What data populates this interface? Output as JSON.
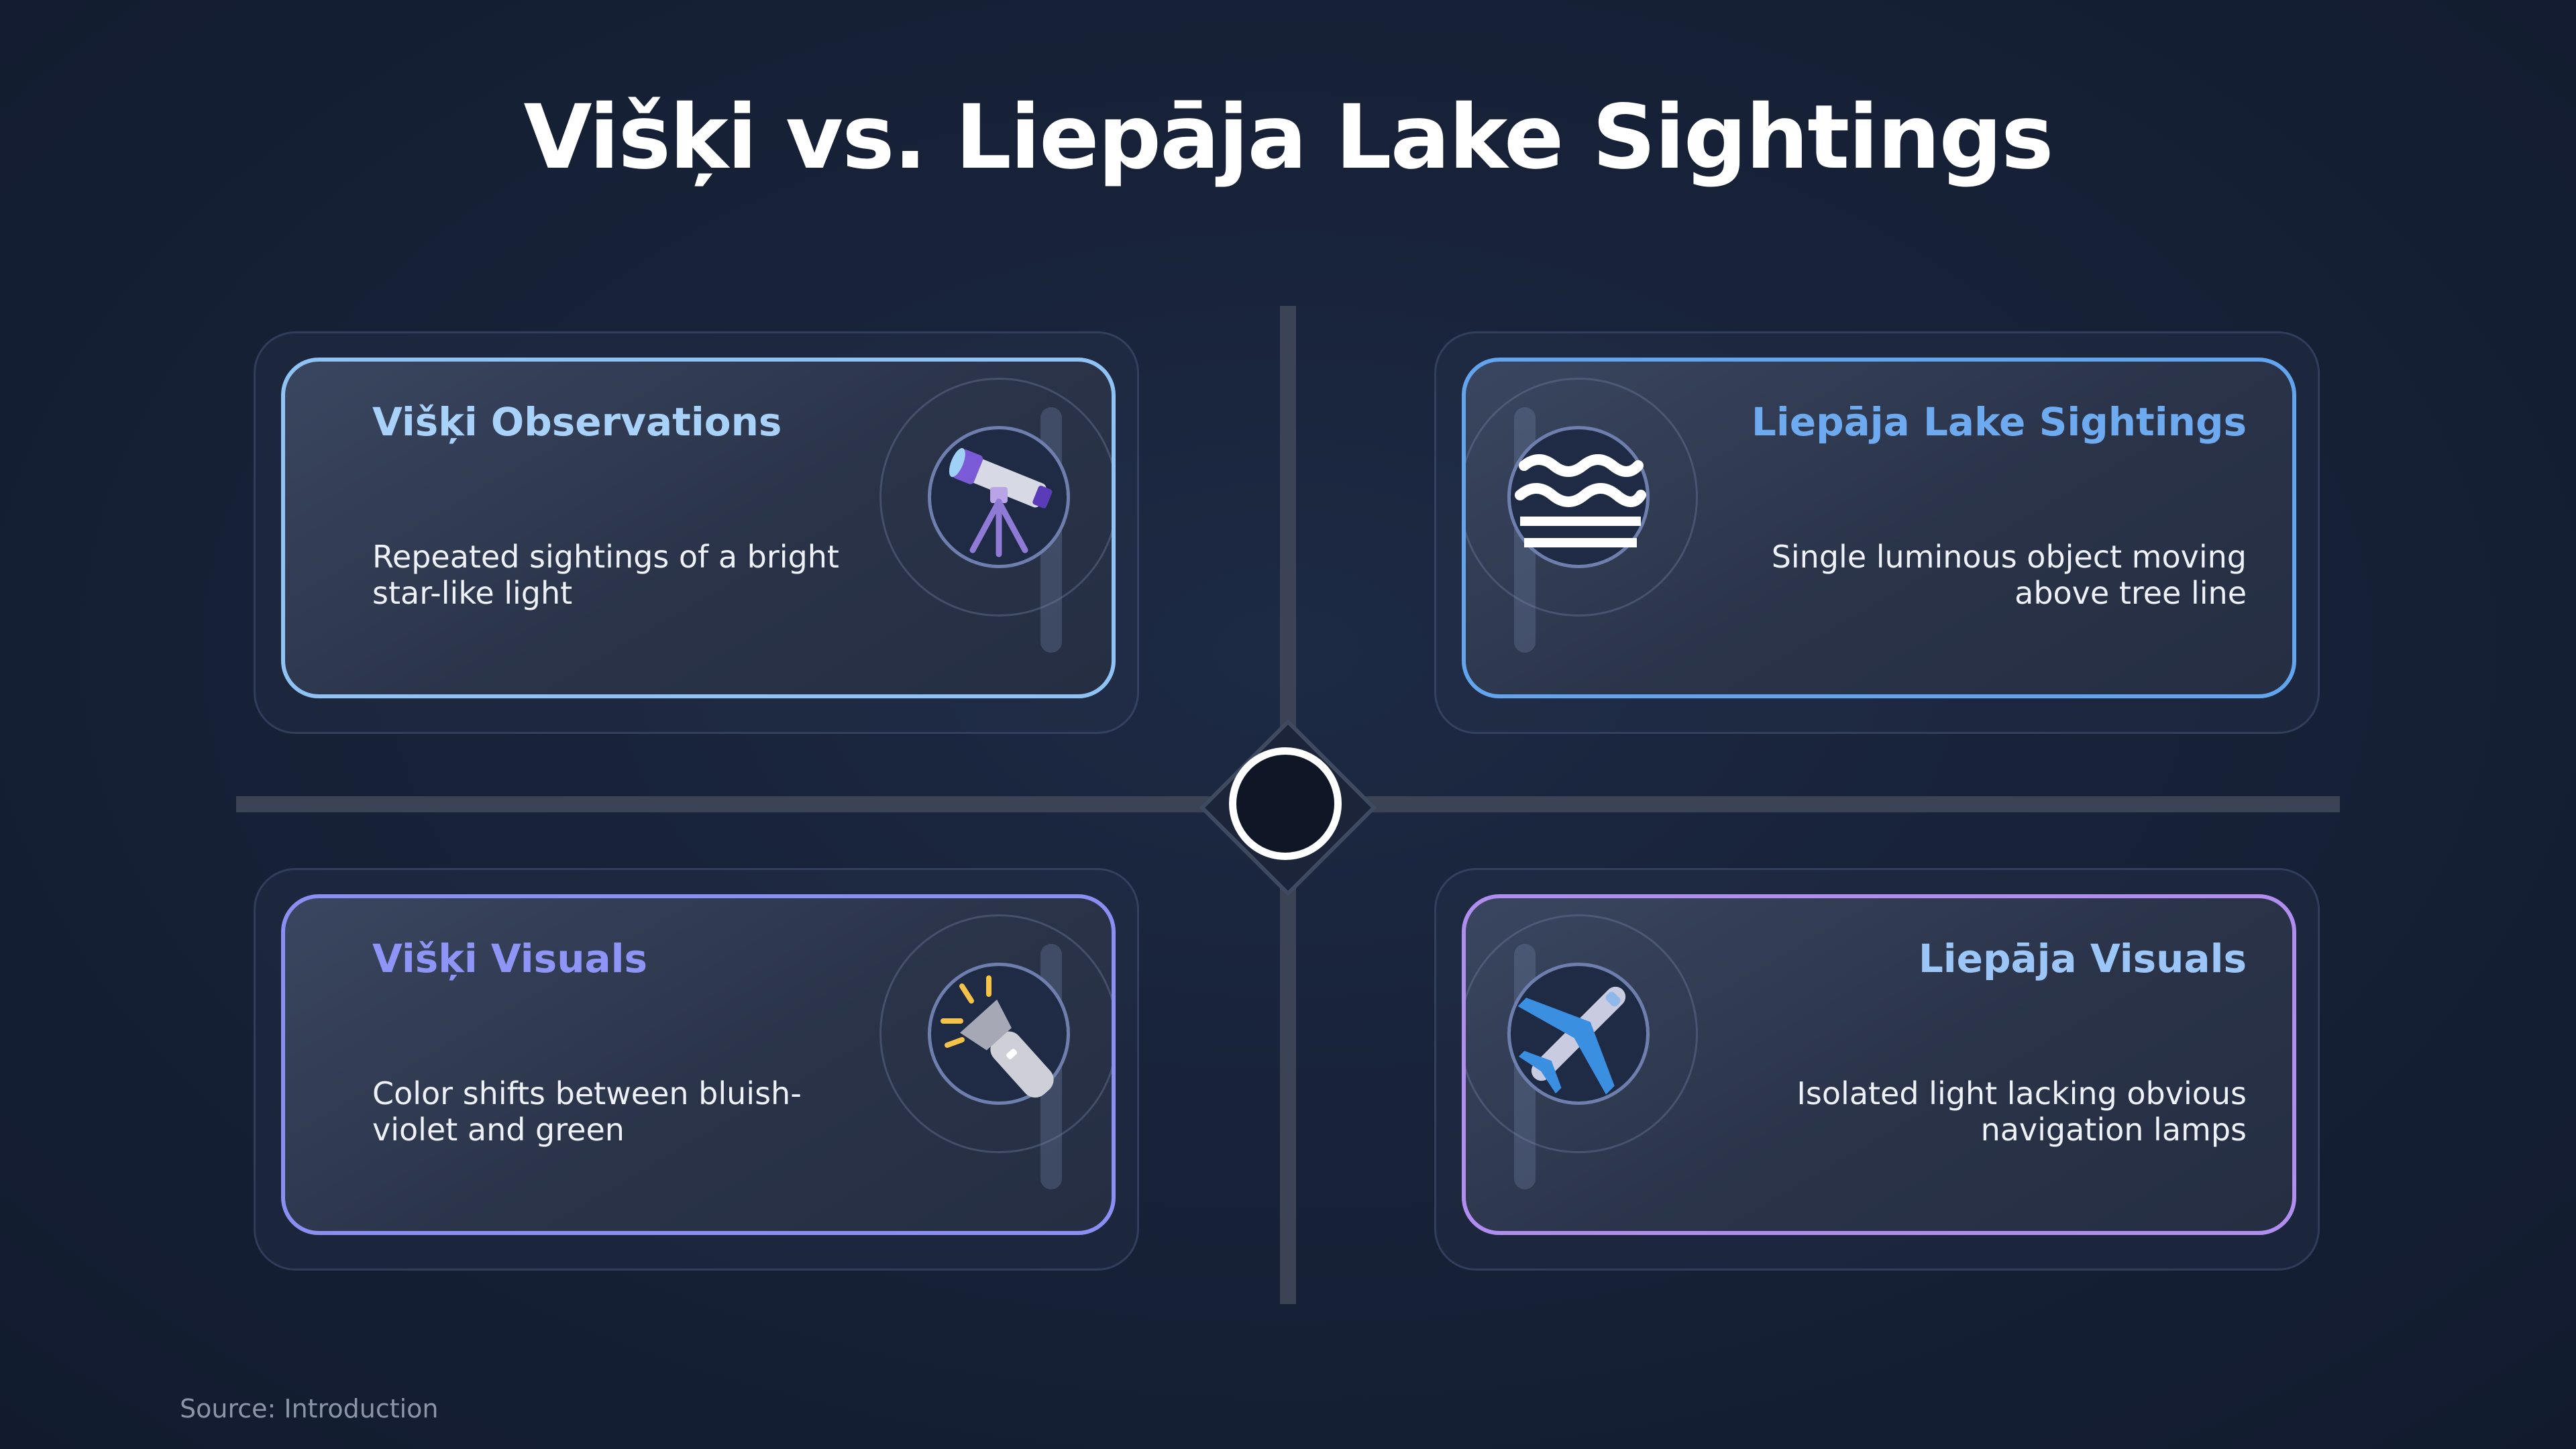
{
  "title": "Višķi vs. Liepāja Lake Sightings",
  "source": "Source: Introduction",
  "colors": {
    "background": "#172238",
    "axis": "#3b4354",
    "viski_observations": "#8ec0f4",
    "liepaja_sightings": "#62a4ee",
    "viski_visuals": "#8b8ef2",
    "liepaja_visuals": "#90c3f5"
  },
  "quadrants": [
    {
      "title": "Višķi Observations",
      "description": "Repeated sightings of a bright star-like light",
      "icon": "telescope-icon",
      "title_color": "#a9d2fb"
    },
    {
      "title": "Liepāja Lake Sightings",
      "description": "Single luminous object moving above tree line",
      "icon": "water-waves-icon",
      "title_color": "#6eaaf0"
    },
    {
      "title": "Višķi Visuals",
      "description": "Color shifts between bluish-violet and green",
      "icon": "flashlight-icon",
      "title_color": "#8e95f6"
    },
    {
      "title": "Liepāja Visuals",
      "description": "Isolated light lacking obvious navigation lamps",
      "icon": "airplane-icon",
      "title_color": "#9cc6f8"
    }
  ]
}
